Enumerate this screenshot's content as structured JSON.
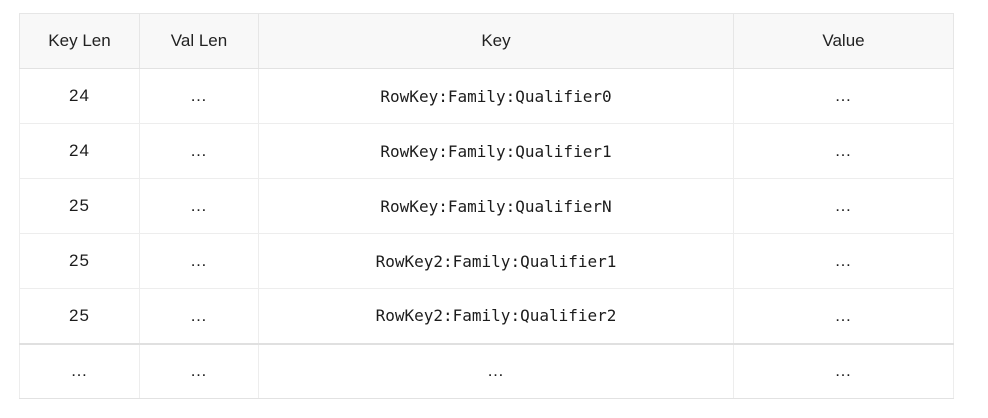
{
  "table": {
    "name": "hfile-keyvalue-table",
    "columns": [
      {
        "key": "key_len",
        "label": "Key Len",
        "align": "center",
        "mono": false
      },
      {
        "key": "val_len",
        "label": "Val Len",
        "align": "center",
        "mono": false
      },
      {
        "key": "key",
        "label": "Key",
        "align": "center",
        "mono": true
      },
      {
        "key": "value",
        "label": "Value",
        "align": "center",
        "mono": false
      }
    ],
    "rows": [
      {
        "key_len": "24",
        "val_len": "…",
        "key": "RowKey:Family:Qualifier0",
        "value": "…",
        "tail": false
      },
      {
        "key_len": "24",
        "val_len": "…",
        "key": "RowKey:Family:Qualifier1",
        "value": "…",
        "tail": false
      },
      {
        "key_len": "25",
        "val_len": "…",
        "key": "RowKey:Family:QualifierN",
        "value": "…",
        "tail": false
      },
      {
        "key_len": "25",
        "val_len": "…",
        "key": "RowKey2:Family:Qualifier1",
        "value": "…",
        "tail": false
      },
      {
        "key_len": "25",
        "val_len": "…",
        "key": "RowKey2:Family:Qualifier2",
        "value": "…",
        "tail": false
      },
      {
        "key_len": "…",
        "val_len": "…",
        "key": "…",
        "value": "…",
        "tail": true
      }
    ]
  },
  "colors": {
    "page_background": "#ffffff",
    "header_background": "#f8f8f8",
    "header_text": "#222222",
    "cell_text": "#1c1c1c",
    "grid_line": "#ededed",
    "outer_border": "#e6e6e6",
    "tail_separator": "#e0e0e0"
  }
}
